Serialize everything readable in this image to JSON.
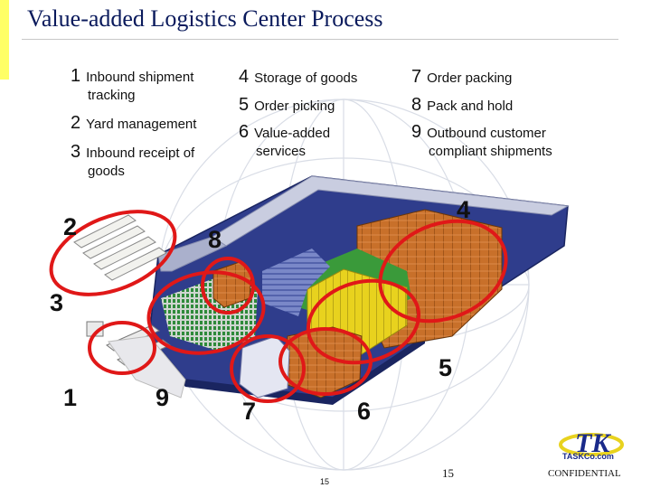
{
  "title": "Value-added Logistics Center Process",
  "steps": [
    {
      "num": "1",
      "line1": "Inbound shipment",
      "line2": "tracking"
    },
    {
      "num": "2",
      "line1": "Yard management",
      "line2": ""
    },
    {
      "num": "3",
      "line1": "Inbound receipt of",
      "line2": "goods"
    },
    {
      "num": "4",
      "line1": "Storage of goods",
      "line2": ""
    },
    {
      "num": "5",
      "line1": "Order picking",
      "line2": ""
    },
    {
      "num": "6",
      "line1": "Value-added",
      "line2": "services"
    },
    {
      "num": "7",
      "line1": "Order packing",
      "line2": ""
    },
    {
      "num": "8",
      "line1": "Pack and hold",
      "line2": ""
    },
    {
      "num": "9",
      "line1": "Outbound customer",
      "line2": "compliant shipments"
    }
  ],
  "callouts": {
    "c1": "1",
    "c2": "2",
    "c3": "3",
    "c4": "4",
    "c5": "5",
    "c6": "6",
    "c7": "7",
    "c8": "8",
    "c9": "9"
  },
  "logo": {
    "text": "TASKCo.com"
  },
  "footer": {
    "page_number": "15",
    "page_small": "15",
    "confidential": "CONFIDENTIAL"
  },
  "colors": {
    "title": "#0a1a5c",
    "highlight": "#e01818",
    "floor": "#2f3d8c",
    "storage": "#c8702a",
    "picking": "#e8d21e",
    "green_zone": "#3a9a3a"
  }
}
